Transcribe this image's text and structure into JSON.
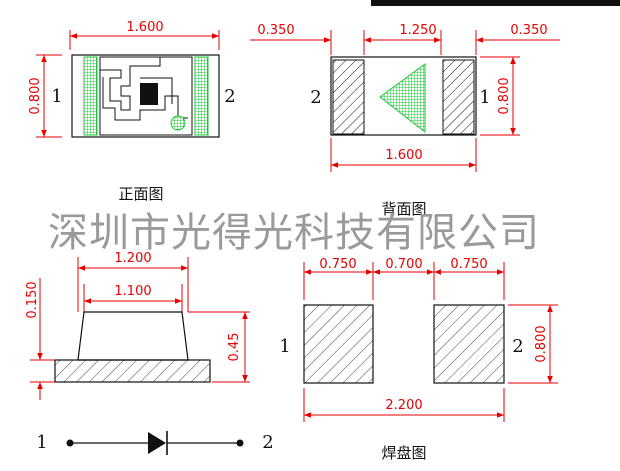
{
  "front_view": {
    "caption": "正面图",
    "width_dim": "1.600",
    "height_dim": "0.800",
    "pin_left": "1",
    "pin_right": "2"
  },
  "back_view": {
    "caption": "背面图",
    "left_pad_dim": "0.350",
    "middle_dim": "1.250",
    "right_pad_dim": "0.350",
    "width_dim": "1.600",
    "height_dim": "0.800",
    "pin_left": "2",
    "pin_right": "1"
  },
  "side_view": {
    "lens_top_dim": "1.200",
    "lens_base_dim": "1.100",
    "base_height_dim": "0.150",
    "total_height_dim": "0.45"
  },
  "pad_layout": {
    "caption": "焊盘图",
    "pad_width_dim": "0.750",
    "gap_dim": "0.700",
    "pad_width_right_dim": "0.750",
    "total_width_dim": "2.200",
    "pad_height_dim": "0.800",
    "pin_left": "1",
    "pin_right": "2"
  },
  "diode_symbol": {
    "pin_left": "1",
    "pin_right": "2"
  },
  "watermark": "深圳市光得光科技有限公司",
  "colors": {
    "dimension": "#e60000",
    "green_pattern": "#22c43a",
    "outline": "#111111"
  }
}
